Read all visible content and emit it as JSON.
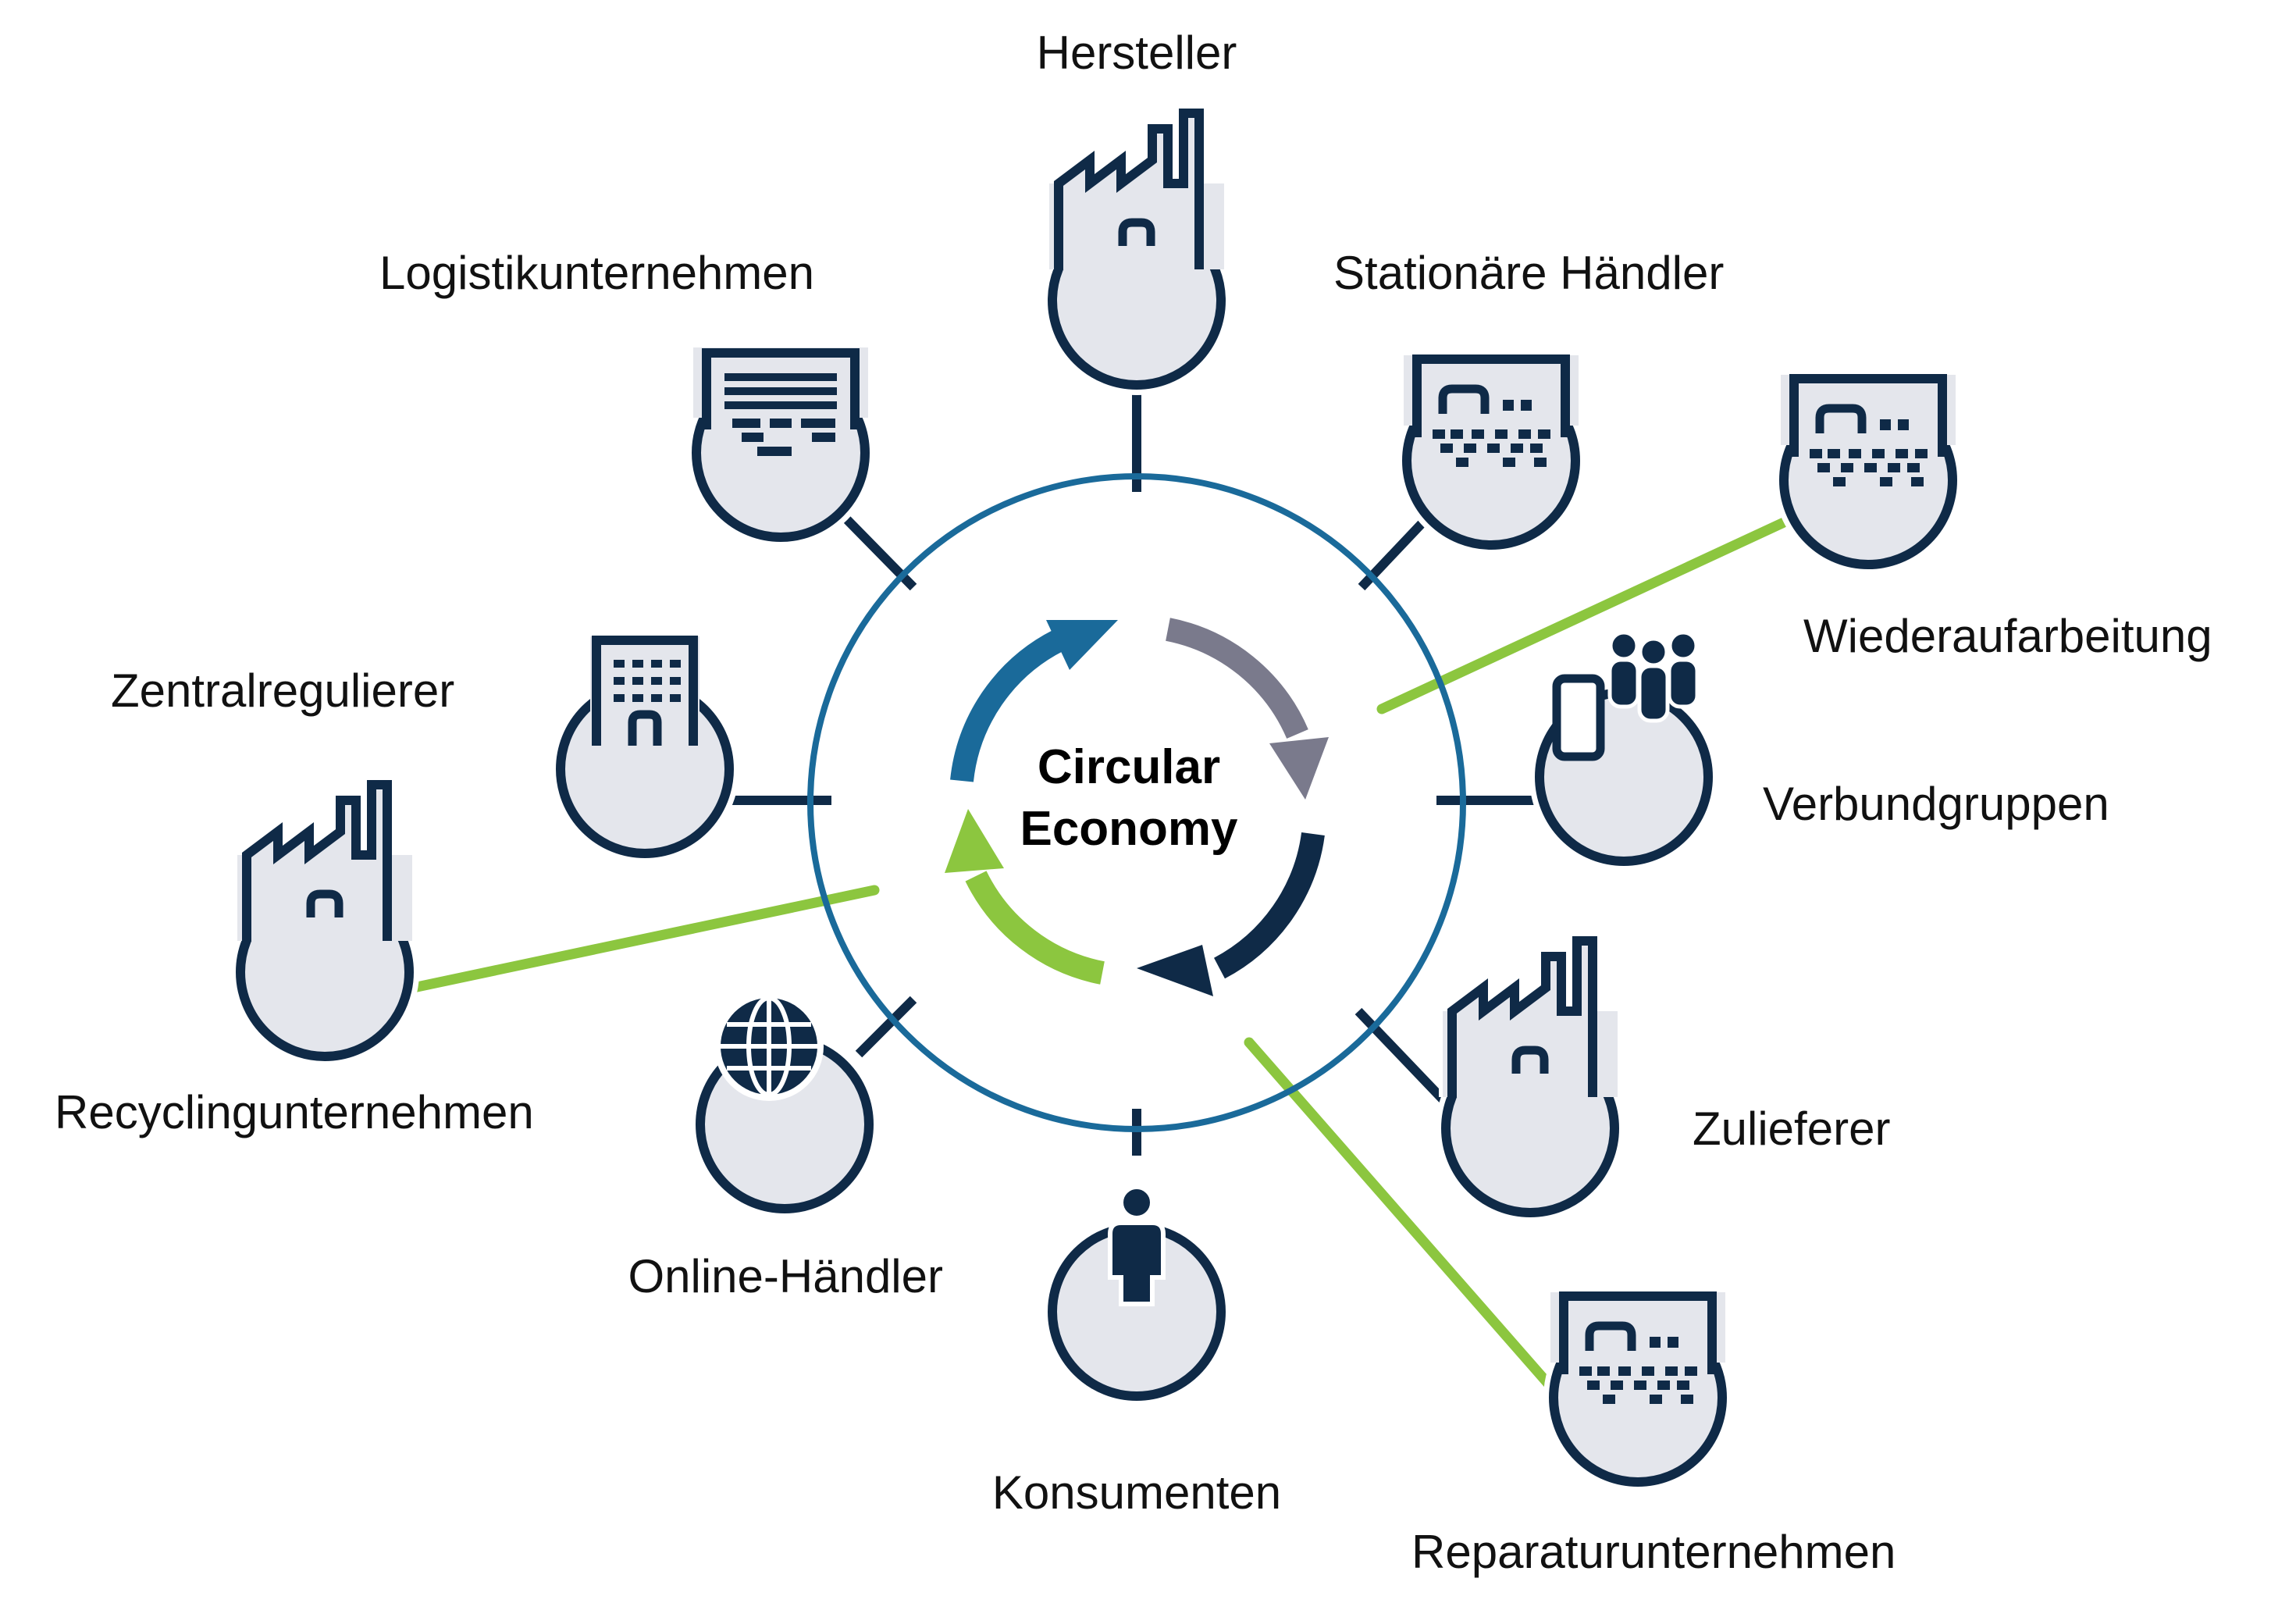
{
  "center": {
    "line1": "Circular",
    "line2": "Economy"
  },
  "colors": {
    "dark_navy": "#0f2a47",
    "ring_blue": "#1a6a9a",
    "arrow_blue": "#1a6a9a",
    "arrow_gray": "#7a7a8c",
    "arrow_navy": "#0f2a47",
    "arrow_green": "#8cc63f",
    "icon_fill": "#e4e6ec",
    "connector_green": "#8cc63f"
  },
  "nodes": [
    {
      "id": "hersteller",
      "label": "Hersteller",
      "icon": "factory-icon"
    },
    {
      "id": "stationaere-haendler",
      "label": "Stationäre Händler",
      "icon": "storefront-icon"
    },
    {
      "id": "wiederaufarbeitung",
      "label": "Wiederaufarbeitung",
      "icon": "storefront-icon"
    },
    {
      "id": "verbundgruppen",
      "label": "Verbundgruppen",
      "icon": "phone-group-icon"
    },
    {
      "id": "zulieferer",
      "label": "Zulieferer",
      "icon": "factory-icon"
    },
    {
      "id": "reparaturunternehmen",
      "label": "Reparaturunternehmen",
      "icon": "storefront-icon"
    },
    {
      "id": "konsumenten",
      "label": "Konsumenten",
      "icon": "person-icon"
    },
    {
      "id": "online-haendler",
      "label": "Online-Händler",
      "icon": "globe-icon"
    },
    {
      "id": "recyclingunternehmen",
      "label": "Recyclingunternehmen",
      "icon": "factory-icon"
    },
    {
      "id": "zentralregulierer",
      "label": "Zentralregulierer",
      "icon": "office-building-icon"
    },
    {
      "id": "logistikunternehmen",
      "label": "Logistikunternehmen",
      "icon": "warehouse-icon"
    }
  ]
}
